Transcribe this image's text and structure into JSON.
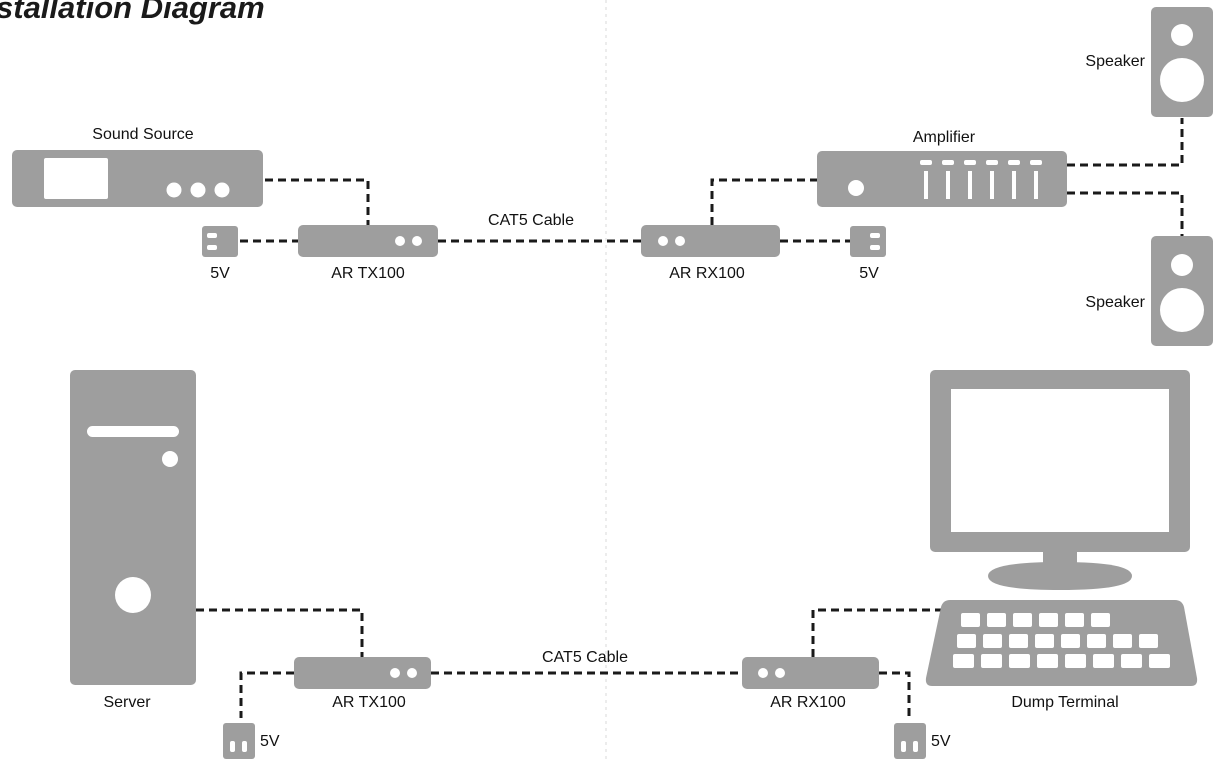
{
  "title": "stallation Diagram",
  "colors": {
    "device": "#9e9e9e",
    "cable": "#1a1a1a",
    "text": "#111111"
  },
  "top_section": {
    "source_label": "Sound Source",
    "tx_label": "AR TX100",
    "rx_label": "AR RX100",
    "cable_label": "CAT5 Cable",
    "power_left_label": "5V",
    "power_right_label": "5V",
    "amplifier_label": "Amplifier",
    "speaker_top_label": "Speaker",
    "speaker_bottom_label": "Speaker"
  },
  "bottom_section": {
    "server_label": "Server",
    "tx_label": "AR TX100",
    "rx_label": "AR RX100",
    "cable_label": "CAT5 Cable",
    "power_left_label": "5V",
    "power_right_label": "5V",
    "terminal_label": "Dump Terminal"
  }
}
